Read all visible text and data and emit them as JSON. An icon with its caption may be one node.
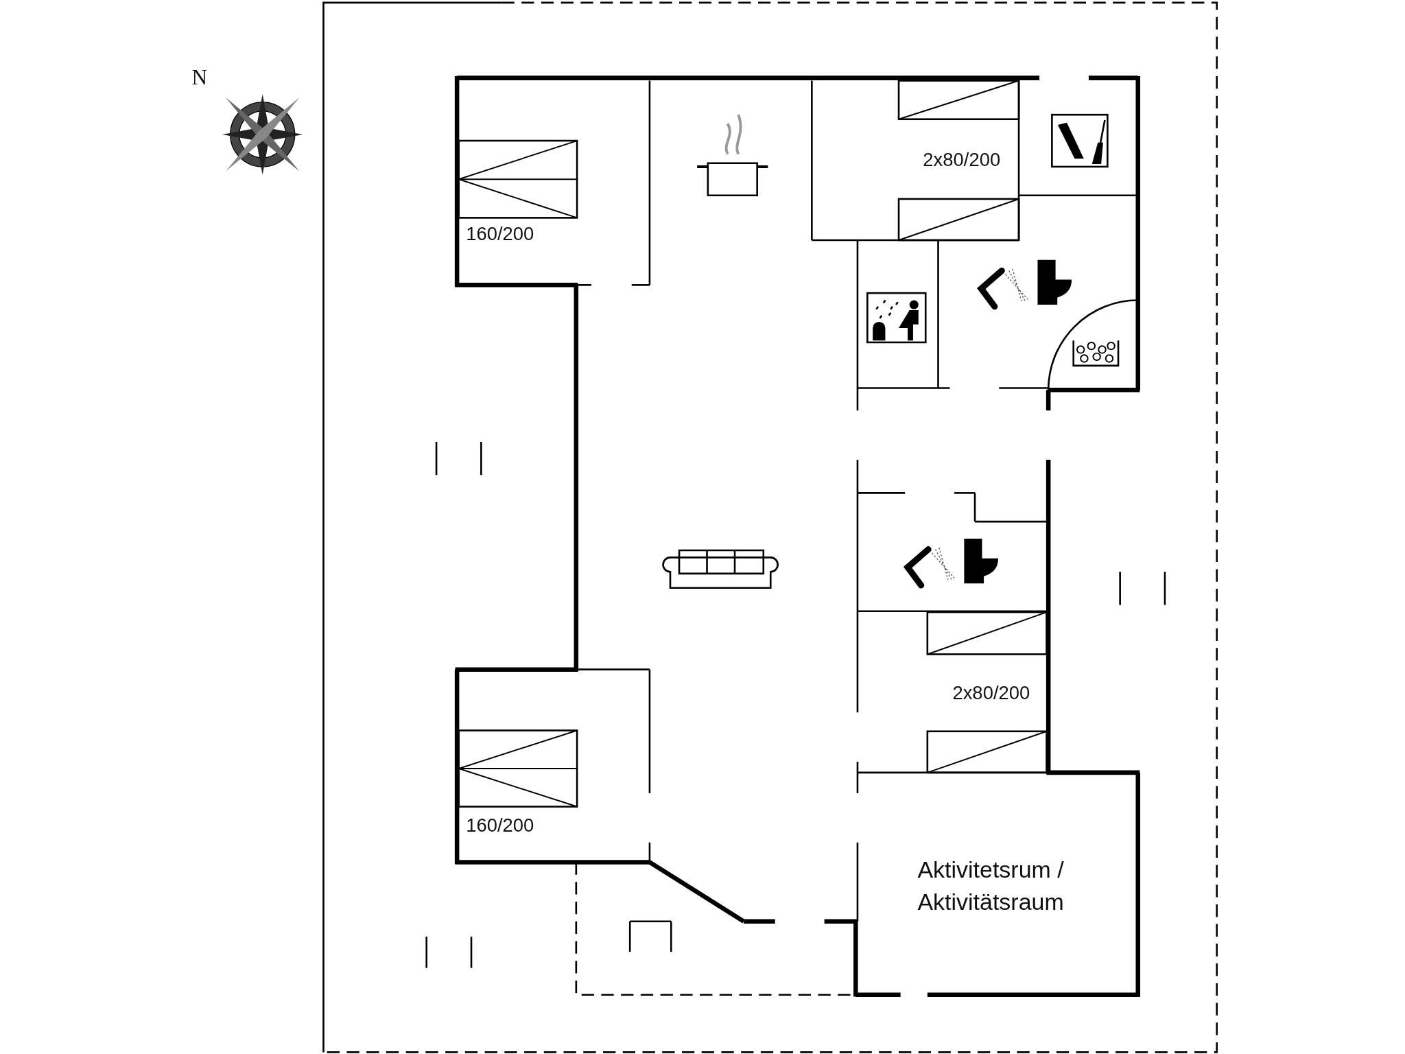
{
  "diagram": {
    "labels": [
      "N",
      "2x80/200",
      "160/200",
      "2x80/200",
      "160/200",
      "Aktivitetsrum / Aktivitätsraum"
    ]
  }
}
